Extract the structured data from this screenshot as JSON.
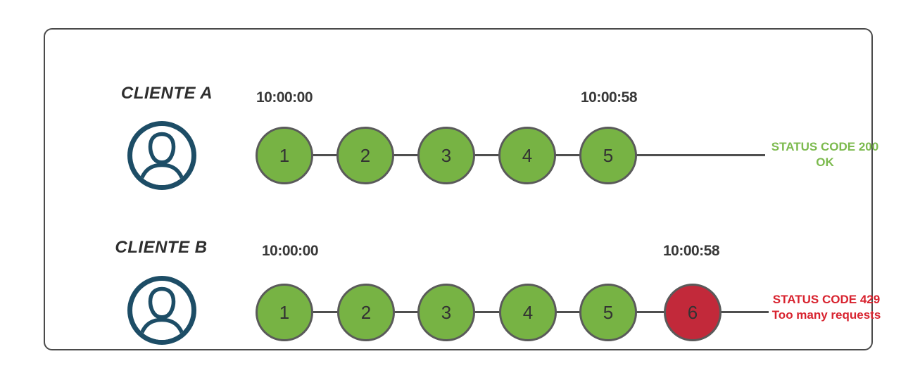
{
  "colors": {
    "navy": "#1D4D66",
    "green": "#77B344",
    "green-text": "#7CBA4E",
    "red": "#C2293A",
    "red-text": "#D8232F",
    "node-border": "#5A5A5A",
    "line": "#4F4F4F",
    "frame-border": "#4A4A4A"
  },
  "icons": {
    "avatar": "user-circle-icon"
  },
  "rows": [
    {
      "client": "CLIENTE A",
      "start_time": "10:00:00",
      "end_time": "10:00:58",
      "requests": [
        {
          "label": "1",
          "status": "allowed"
        },
        {
          "label": "2",
          "status": "allowed"
        },
        {
          "label": "3",
          "status": "allowed"
        },
        {
          "label": "4",
          "status": "allowed"
        },
        {
          "label": "5",
          "status": "allowed"
        }
      ],
      "status": {
        "code_line": "STATUS CODE 200",
        "message_line": "OK",
        "type": "success"
      }
    },
    {
      "client": "CLIENTE B",
      "start_time": "10:00:00",
      "end_time": "10:00:58",
      "requests": [
        {
          "label": "1",
          "status": "allowed"
        },
        {
          "label": "2",
          "status": "allowed"
        },
        {
          "label": "3",
          "status": "allowed"
        },
        {
          "label": "4",
          "status": "allowed"
        },
        {
          "label": "5",
          "status": "allowed"
        },
        {
          "label": "6",
          "status": "rate-limited"
        }
      ],
      "status": {
        "code_line": "STATUS CODE 429",
        "message_line": "Too many requests",
        "type": "error"
      }
    }
  ]
}
